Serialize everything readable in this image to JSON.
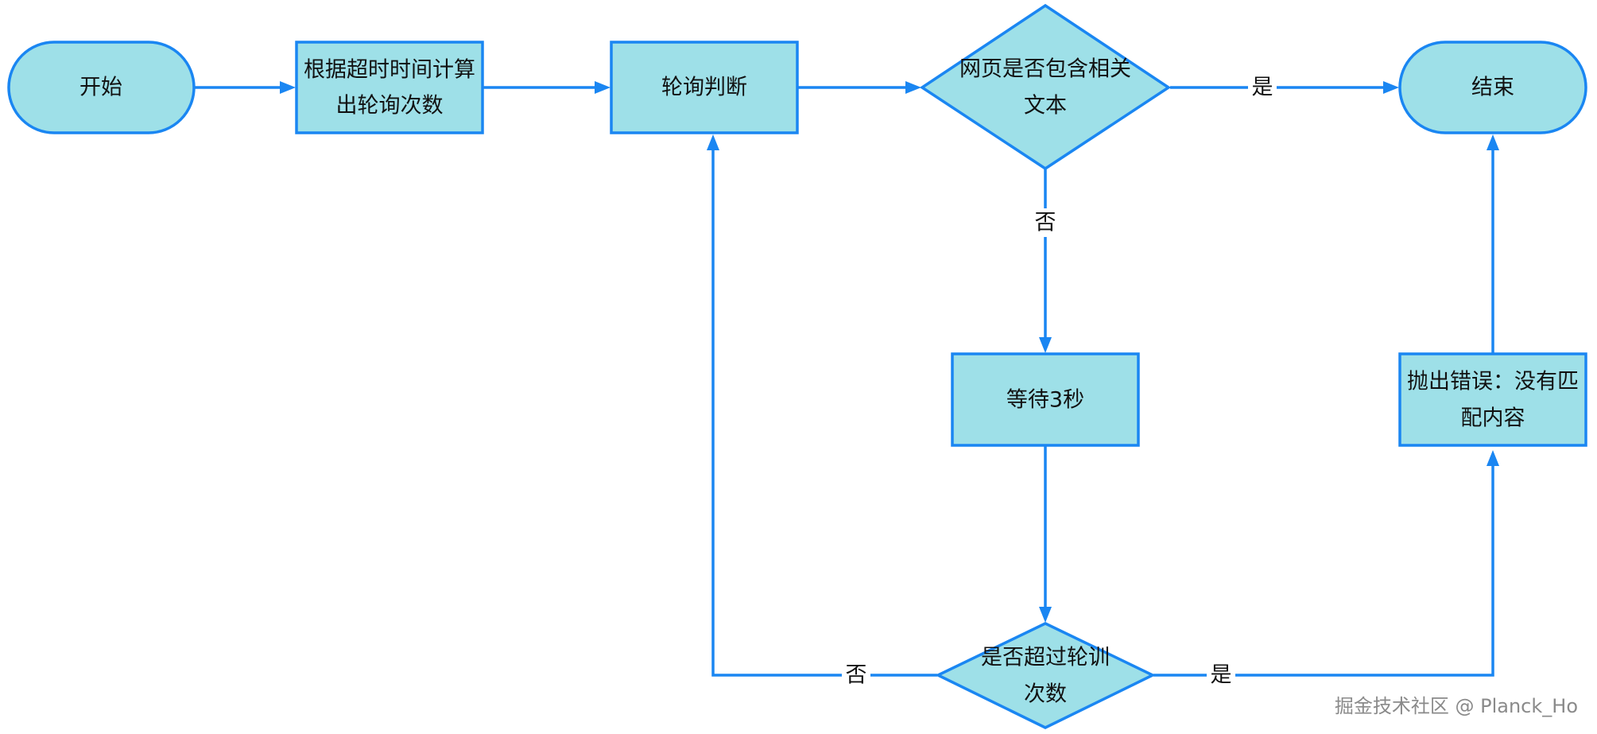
{
  "nodes": {
    "start": "开始",
    "calc": [
      "根据超时时间计算",
      "出轮询次数"
    ],
    "poll": "轮询判断",
    "check_text": [
      "网页是否包含相关",
      "文本"
    ],
    "end": "结束",
    "wait": "等待3秒",
    "error": [
      "抛出错误：没有匹",
      "配内容"
    ],
    "check_count": [
      "是否超过轮训",
      "次数"
    ]
  },
  "edge_labels": {
    "check_text_yes": "是",
    "check_text_no": "否",
    "check_count_no": "否",
    "check_count_yes": "是"
  },
  "watermark": "掘金技术社区 @ Planck_Ho",
  "colors": {
    "node_fill": "#9ee0e8",
    "stroke": "#1a86f2",
    "text": "#111111"
  }
}
